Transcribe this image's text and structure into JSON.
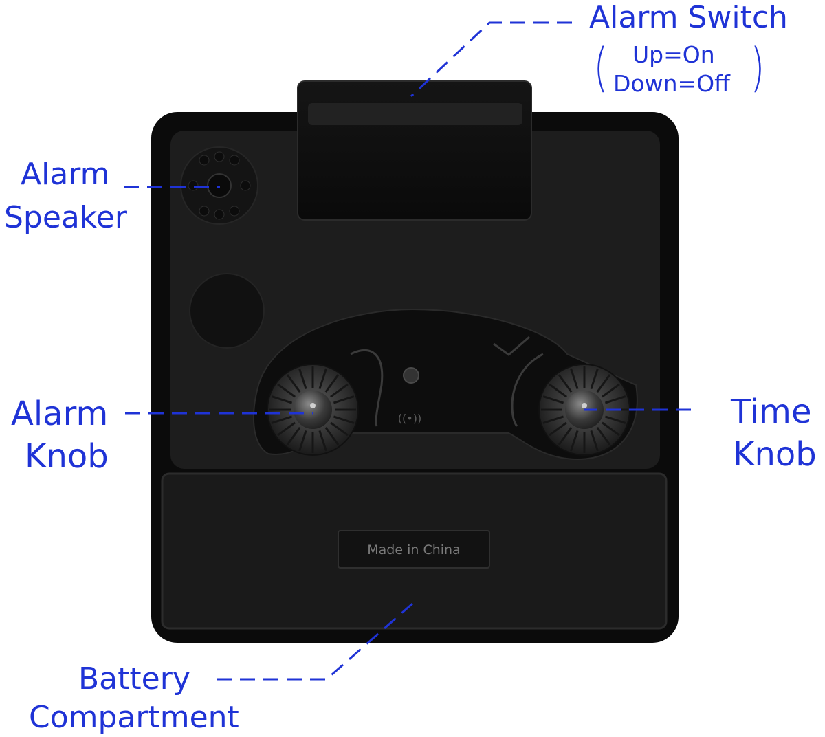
{
  "labels": {
    "alarm_switch": {
      "title": "Alarm Switch",
      "line1": "Up=On",
      "line2": "Down=Off",
      "paren_open": "(",
      "paren_close": ")"
    },
    "alarm_speaker": {
      "line1": "Alarm",
      "line2": "Speaker"
    },
    "alarm_knob": {
      "line1": "Alarm",
      "line2": "Knob"
    },
    "time_knob": {
      "line1": "Time",
      "line2": "Knob"
    },
    "battery": {
      "line1": "Battery",
      "line2": "Compartment"
    }
  },
  "product": {
    "plate_text": "Made in China",
    "signal_symbol": "((•))"
  },
  "colors": {
    "label_blue": "#1f33d6",
    "body_black": "#0d0d0d",
    "panel_black": "#1b1b1b",
    "background": "#ffffff"
  }
}
